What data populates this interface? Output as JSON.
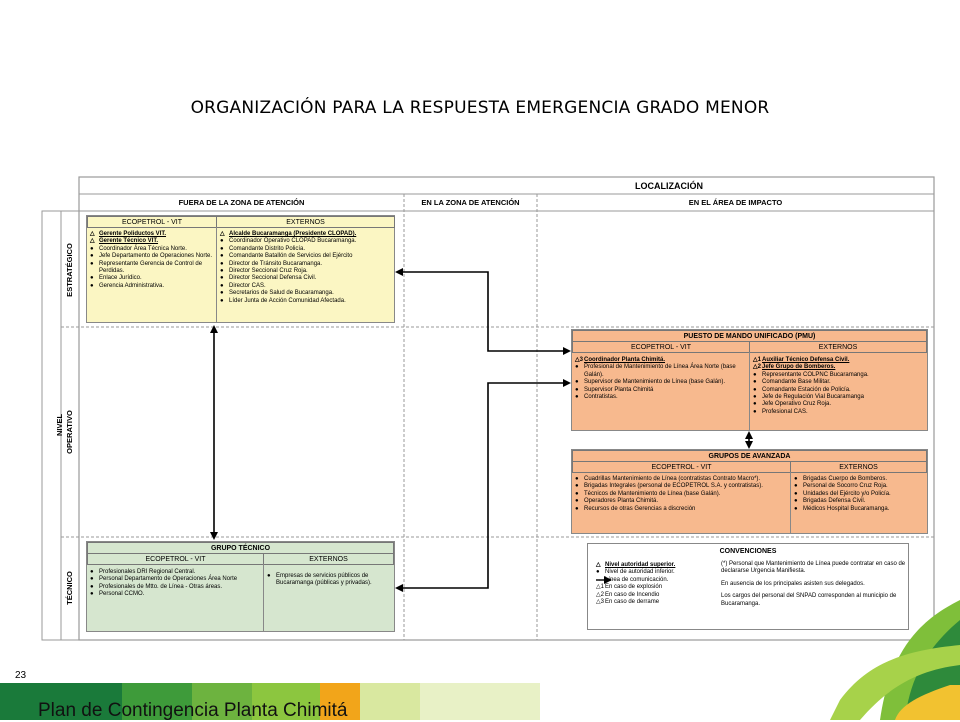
{
  "title": "ORGANIZACIÓN PARA LA RESPUESTA EMERGENCIA GRADO MENOR",
  "page_number": "23",
  "footer": "Plan de Contingencia  Planta Chimitá",
  "colors": {
    "yellow": "#fbf6c3",
    "orange": "#f7b98e",
    "green": "#d6e6cf",
    "grid": "#9a9a9a",
    "arrow": "#000000"
  },
  "header": {
    "localizacion": "LOCALIZACIÓN",
    "fuera": "FUERA DE LA ZONA DE ATENCIÓN",
    "en_zona": "EN LA ZONA DE ATENCIÓN",
    "area_impacto": "EN EL ÁREA DE IMPACTO"
  },
  "nivel": {
    "label": "NIVEL",
    "estrategico": "ESTRATÉGICO",
    "operativo": "OPERATIVO",
    "tecnico": "TÉCNICO"
  },
  "estrategico": {
    "ecopetrol_header": "ECOPETROL - VIT",
    "externos_header": "EXTERNOS",
    "ecopetrol": [
      {
        "m": "△",
        "t": "Gerente Poliductos VIT.",
        "u": true
      },
      {
        "m": "△",
        "t": "Gerente Técnico VIT.",
        "u": true
      },
      {
        "m": "●",
        "t": "Coordinador Área Técnica Norte."
      },
      {
        "m": "●",
        "t": "Jefe Departamento de Operaciones Norte."
      },
      {
        "m": "●",
        "t": "Representante Gerencia de Control de Perdidas."
      },
      {
        "m": "●",
        "t": "Enlace Jurídico."
      },
      {
        "m": "●",
        "t": "Gerencia Administrativa."
      }
    ],
    "externos": [
      {
        "m": "△",
        "t": "Alcalde Bucaramanga (Presidente CLOPAD).",
        "u": true
      },
      {
        "m": "●",
        "t": "Coordinador Operativo CLOPAD Bucaramanga."
      },
      {
        "m": "●",
        "t": "Comandante Distrito Policía."
      },
      {
        "m": "●",
        "t": "Comandante Batallón de Servicios del Ejército"
      },
      {
        "m": "●",
        "t": "Director de Tránsito Bucaramanga."
      },
      {
        "m": "●",
        "t": "Director Seccional Cruz Roja."
      },
      {
        "m": "●",
        "t": "Director Seccional Defensa Civil."
      },
      {
        "m": "●",
        "t": "Director CAS."
      },
      {
        "m": "●",
        "t": "Secretarios de Salud de Bucaramanga."
      },
      {
        "m": "●",
        "t": "Líder Junta de Acción Comunidad Afectada."
      }
    ]
  },
  "pmu": {
    "title": "PUESTO DE MANDO UNIFICADO (PMU)",
    "ecopetrol_header": "ECOPETROL - VIT",
    "externos_header": "EXTERNOS",
    "ecopetrol": [
      {
        "m": "△3",
        "t": "Coordinador Planta Chimitá.",
        "u": true
      },
      {
        "m": "●",
        "t": "Profesional de Mantenimiento de Línea Área Norte (base Galán)."
      },
      {
        "m": "●",
        "t": "Supervisor de Mantenimiento de Línea (base Galán)."
      },
      {
        "m": "●",
        "t": "Supervisor Planta Chimitá"
      },
      {
        "m": "●",
        "t": "Contratistas."
      }
    ],
    "externos": [
      {
        "m": "△1",
        "t": "Auxiliar Técnico Defensa Civil.",
        "u": true
      },
      {
        "m": "△2",
        "t": "Jefe Grupo de Bomberos.",
        "u": true
      },
      {
        "m": "●",
        "t": "Representante COLPNC Bucaramanga."
      },
      {
        "m": "●",
        "t": "Comandante Base Militar."
      },
      {
        "m": "●",
        "t": "Comandante Estación de Policía."
      },
      {
        "m": "●",
        "t": "Jefe de Regulación Vial Bucaramanga"
      },
      {
        "m": "●",
        "t": "Jefe Operativo Cruz Roja."
      },
      {
        "m": "●",
        "t": "Profesional CAS."
      }
    ]
  },
  "avanzada": {
    "title": "GRUPOS DE AVANZADA",
    "ecopetrol_header": "ECOPETROL - VIT",
    "externos_header": "EXTERNOS",
    "ecopetrol": [
      {
        "m": "●",
        "t": "Cuadrillas Mantenimiento de Línea (contratistas Contrato Macro*)."
      },
      {
        "m": "●",
        "t": "Brigadas Integrales (personal de ECOPETROL S.A. y contratistas)."
      },
      {
        "m": "●",
        "t": "Técnicos de Mantenimiento de Línea (base Galán)."
      },
      {
        "m": "●",
        "t": "Operadores Planta Chimitá."
      },
      {
        "m": "●",
        "t": "Recursos de otras Gerencias a discreción"
      }
    ],
    "externos": [
      {
        "m": "●",
        "t": "Brigadas Cuerpo de Bomberos."
      },
      {
        "m": "●",
        "t": "Personal de Socorro Cruz Roja."
      },
      {
        "m": "●",
        "t": "Unidades del Ejército y/o Policía."
      },
      {
        "m": "●",
        "t": "Brigadas Defensa Civil."
      },
      {
        "m": "●",
        "t": "Médicos Hospital Bucaramanga."
      }
    ]
  },
  "tecnico": {
    "title": "GRUPO TÉCNICO",
    "ecopetrol_header": "ECOPETROL - VIT",
    "externos_header": "EXTERNOS",
    "ecopetrol": [
      {
        "m": "●",
        "t": "Profesionales DRI Regional Central."
      },
      {
        "m": "●",
        "t": "Personal Departamento de Operaciones Área Norte"
      },
      {
        "m": "●",
        "t": "Profesionales de Mtto. de Línea -  Otras áreas."
      },
      {
        "m": "●",
        "t": "Personal CCMO."
      }
    ],
    "externos": [
      {
        "m": "●",
        "t": "Empresas de servicios públicos de Bucaramanga (públicas y privadas)."
      }
    ]
  },
  "convenciones": {
    "title": "CONVENCIONES",
    "items": [
      {
        "m": "△",
        "t": "Nivel autoridad superior.",
        "u": true
      },
      {
        "m": "●",
        "t": "Nivel de autoridad inferior."
      },
      {
        "m": "→",
        "t": "Línea de comunicación."
      },
      {
        "m": "△1",
        "t": "En caso de explosión"
      },
      {
        "m": "△2",
        "t": "En caso de Incendio"
      },
      {
        "m": "△3",
        "t": "En caso de derrame"
      }
    ],
    "notes": [
      "(*) Personal que Mantenimiento de Línea puede contratar en caso de declararse Urgencia Manifiesta.",
      "En ausencia de los principales asisten sus delegados.",
      "Los cargos del personal del SNPAD corresponden al municipio de Bucaramanga."
    ]
  }
}
